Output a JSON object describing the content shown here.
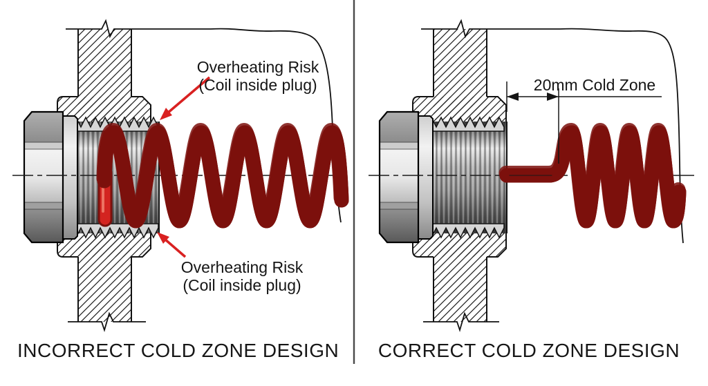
{
  "title": "Cold zone design comparison diagram",
  "panels": {
    "left": {
      "caption": "INCORRECT COLD ZONE DESIGN",
      "label_top": {
        "line1": "Overheating Risk",
        "line2": "(Coil inside plug)"
      },
      "label_bottom": {
        "line1": "Overheating Risk",
        "line2": "(Coil inside plug)"
      }
    },
    "right": {
      "caption": "CORRECT COLD ZONE DESIGN",
      "dimension_label": "20mm Cold Zone"
    }
  },
  "colors": {
    "coil_red": "#d32420",
    "coil_dark_red": "#7c110d",
    "coil_highlight": "#f0806e",
    "annotation_red": "#d92121",
    "outline_black": "#111111"
  }
}
